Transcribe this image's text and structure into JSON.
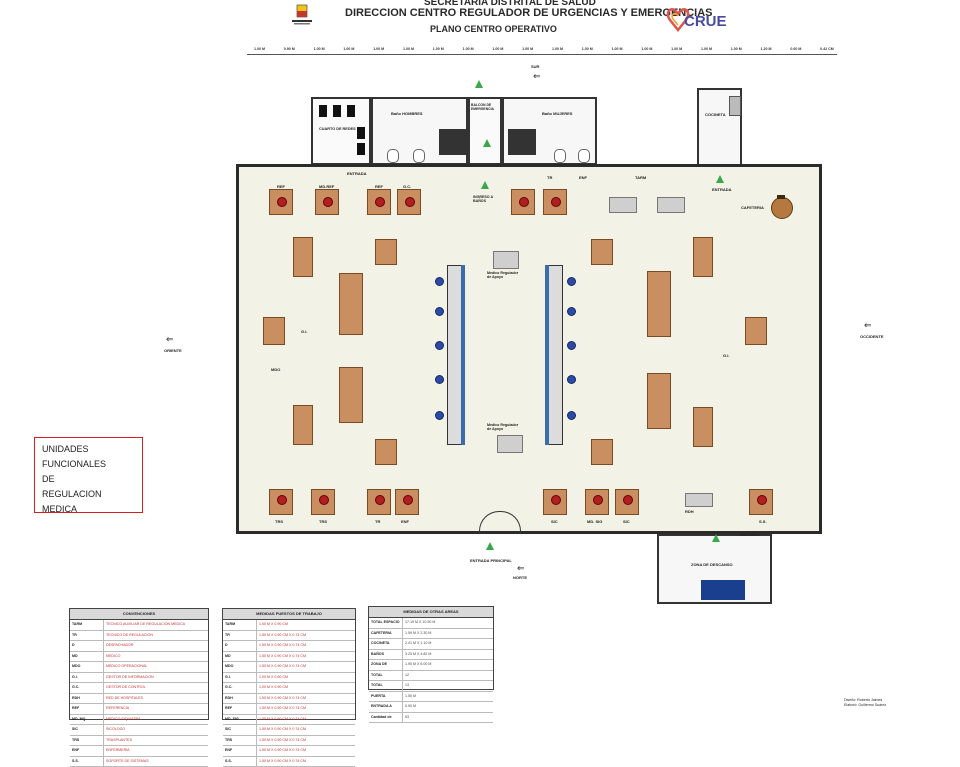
{
  "header": {
    "line1": "SECRETARIA DISTRITAL DE SALUD",
    "line2": "DIRECCION CENTRO REGULADOR DE URGENCIAS Y EMERGENCIAS",
    "line3": "PLANO CENTRO OPERATIVO",
    "logo_text": "CRUE"
  },
  "top_dimensions": [
    "1.00 M",
    "0.90 M",
    "1.00 M",
    "1.00 M",
    "1.00 M",
    "1.00 M",
    "1.00 M",
    "1.00 M",
    "1.00 M",
    "1.00 M",
    "1.00 M",
    "1.00 M",
    "1.00 M",
    "1.00 M",
    "1.00 M",
    "1.00 M",
    "1.00 M",
    "1.20 M",
    "0.60 M",
    "0.42 CM"
  ],
  "compass": {
    "north": "SUR",
    "south": "NORTE",
    "east": "OCCIDENTE",
    "west": "ORIENTE"
  },
  "rooms": {
    "cuarto_redes": "CUARTO DE REDES",
    "bano_hombres": "Baño HOMBRES",
    "bano_mujeres": "Baño MUJERES",
    "balcon": "BALCON DE EMERGENCIA",
    "cocineta": "COCINETA",
    "cafeteria": "CAFETERIA",
    "zona_descanso": "ZONA DE DESCANSO"
  },
  "entrances": {
    "entrada_left": "ENTRADA",
    "entrada_right": "ENTRADA",
    "ingreso_banos": "INGRESO A BAÑOS",
    "entrada_principal": "ENTRADA PRINCIPAL",
    "entrada_bottom_right": "ENTRADA"
  },
  "workstations": {
    "top_row": [
      "REF",
      "MD.REF",
      "REF",
      "G.C.",
      "TR",
      "ENF",
      "TARM"
    ],
    "bottom_row": [
      "TRS",
      "TRS",
      "TR",
      "ENF",
      "SIC",
      "MD. SIG",
      "SIC",
      "RDH",
      "S.S."
    ],
    "left_side": [
      "G.I.",
      "MDO"
    ],
    "right_side": [
      "G.I."
    ],
    "center_top": "Medico Regulador de Apoyo",
    "center_bottom": "Medico Regulador de Apoyo"
  },
  "callout": {
    "lines": [
      "UNIDADES",
      "FUNCIONALES",
      "DE",
      "REGULACION",
      "MEDICA"
    ]
  },
  "tables": {
    "convenciones": {
      "title": "CONVENCIONES",
      "rows": [
        [
          "TARM",
          "TECNICO AUXILIAR DE REGULACION MEDICA"
        ],
        [
          "TR",
          "TECNICO DE REGULACION"
        ],
        [
          "D",
          "DESPACHADOR"
        ],
        [
          "MD",
          "MEDICO"
        ],
        [
          "MDO",
          "MEDICO OPERACIONAL"
        ],
        [
          "G.I.",
          "GESTOR DE INFORMACION"
        ],
        [
          "G.C.",
          "GESTOR DE CONTROL"
        ],
        [
          "RDH",
          "RED DE HOSPITALES"
        ],
        [
          "REF",
          "REFERENCIA"
        ],
        [
          "MD. MQ",
          "MEDICO SIQUIATRA"
        ],
        [
          "SIC",
          "SICOLOGO"
        ],
        [
          "TRS",
          "TRASPLANTES"
        ],
        [
          "ENF",
          "ENFERMERIA"
        ],
        [
          "S.S.",
          "SOPORTE DE SISTEMAS"
        ]
      ]
    },
    "medidas_puestos": {
      "title": "MEDIDAS PUESTOS DE TRABAJO",
      "rows": [
        [
          "TARM",
          "1.00 M X 0.90 CM"
        ],
        [
          "TR",
          "1.50 M X 0.90 CM X 0.74 CM"
        ],
        [
          "D",
          "1.50 M X 0.90 CM X 0.74 CM"
        ],
        [
          "MD",
          "1.50 M X 0.90 CM X 0.74 CM"
        ],
        [
          "MDO",
          "1.50 M X 0.90 CM X 0.74 CM"
        ],
        [
          "G.I.",
          "1.00 M X 0.60 CM"
        ],
        [
          "G.C.",
          "1.00 M X 0.90 CM"
        ],
        [
          "RDH",
          "1.50 M X 0.90 CM X 0.74 CM"
        ],
        [
          "REF",
          "1.50 M X 0.90 CM X 0.74 CM"
        ],
        [
          "MD. SIG",
          "1.50 M X 0.90 CM X 0.74 CM"
        ],
        [
          "SIC",
          "1.50 M X 0.90 CM X 0.74 CM"
        ],
        [
          "TRS",
          "1.50 M X 0.90 CM X 0.74 CM"
        ],
        [
          "ENF",
          "1.50 M X 0.90 CM X 0.74 CM"
        ],
        [
          "S.S.",
          "1.50 M X 0.90 CM X 0.74 CM"
        ]
      ]
    },
    "medidas_areas": {
      "title": "MEDIDAS DE OTRAS AREAS",
      "rows": [
        [
          "TOTAL ESPACIO",
          "17.19 M X 10.90 M"
        ],
        [
          "CAFETERIA",
          "1.59 M X 2.30 M"
        ],
        [
          "COCINETA",
          "2.41 M X 1.10 M"
        ],
        [
          "BAÑOS",
          "3.25 M X 4.82 M"
        ],
        [
          "ZONA DE DESCANSO",
          "1.95 M X 6.00 M"
        ],
        [
          "TOTAL VENTANAS ZONA ORIENTE",
          "12"
        ],
        [
          "TOTAL VENTANAS ZONA OESTE",
          "13"
        ],
        [
          "PUERTA PRINCIPAL",
          "1.50 M"
        ],
        [
          "ENTRADA A BAÑOS",
          "0.90 M"
        ],
        [
          "Cantidad de Puestos",
          "53"
        ]
      ]
    }
  },
  "credits": {
    "line1": "Diseño: Roberto Jaimes",
    "line2": "Elaboró: Guillermo Suárez"
  },
  "colors": {
    "floor": "#f3f2e6",
    "desk": "#c98f60",
    "chair_red": "#b02020",
    "chair_blue": "#2d4aa8",
    "arrow_green": "#3aa84a",
    "callout_border": "#d42020"
  }
}
